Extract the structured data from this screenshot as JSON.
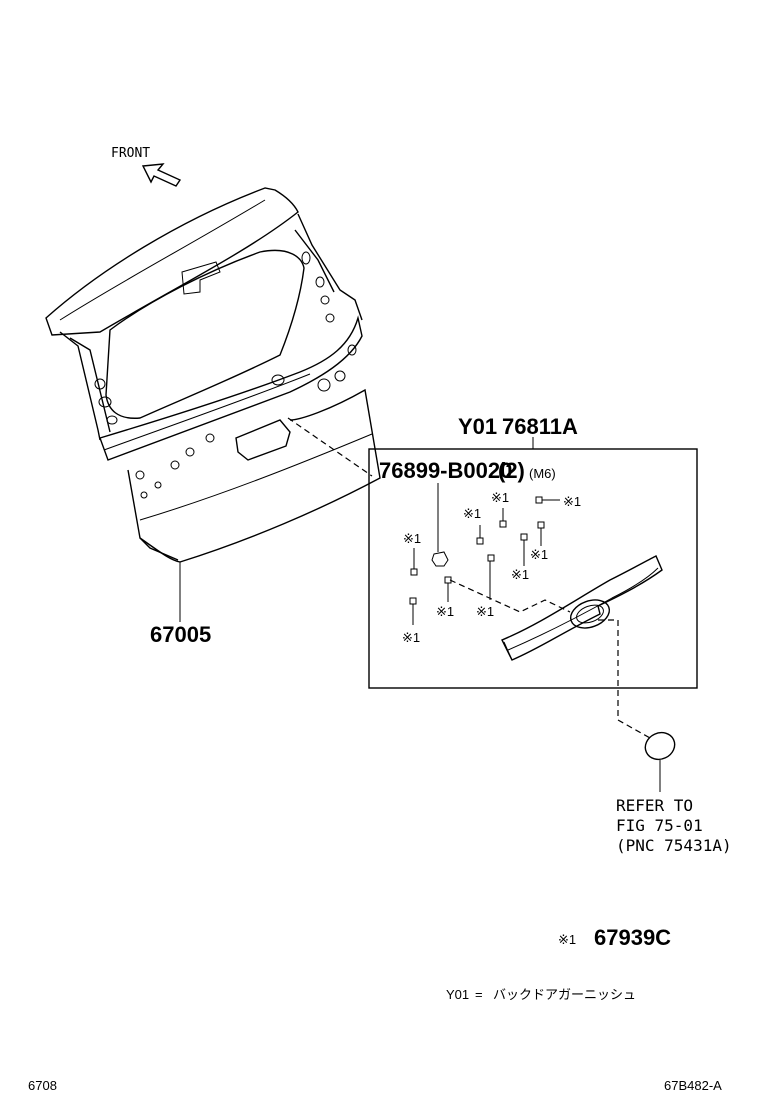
{
  "orientation": {
    "label": "FRONT"
  },
  "parts": {
    "back_door_panel": {
      "number": "67005"
    },
    "garnish_assy": {
      "code": "Y01",
      "number": "76811A"
    },
    "nut": {
      "number": "76899-B0020",
      "qty": "(2)",
      "size": "(M6)"
    },
    "clip_marker": "※1",
    "clip_part": {
      "marker": "※1",
      "number": "67939C"
    }
  },
  "reference": {
    "line1": "REFER TO",
    "line2": "FIG 75-01",
    "line3": "(PNC 75431A)"
  },
  "legend": {
    "code": "Y01",
    "equals": "=",
    "description": "バックドアガーニッシュ"
  },
  "footer": {
    "figure_number": "6708",
    "drawing_id": "67B482-A"
  }
}
